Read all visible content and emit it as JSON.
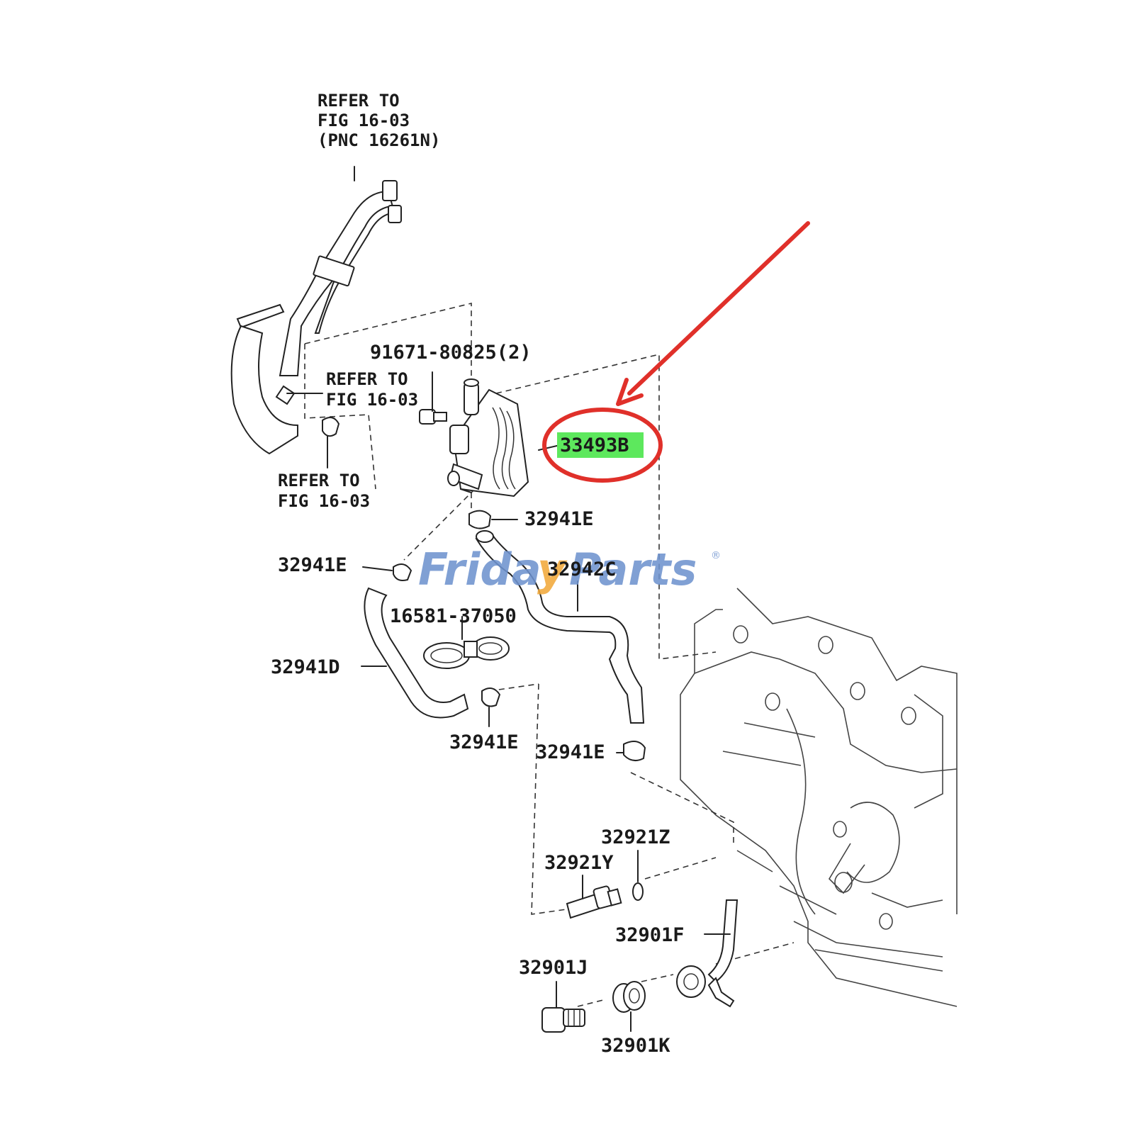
{
  "refs": {
    "top_line1": "REFER TO",
    "top_line2": "FIG 16-03",
    "top_line3": "(PNC 16261N)",
    "mid_line1": "REFER TO",
    "mid_line2": "FIG 16-03",
    "low_line1": "REFER TO",
    "low_line2": "FIG 16-03"
  },
  "parts": {
    "bolt_top": "91671-80825(2)",
    "highlight": "33493B",
    "clamp_e1": "32941E",
    "clamp_e2": "32941E",
    "hose_c": "32942C",
    "bracket": "16581-37050",
    "hose_d": "32941D",
    "clamp_e3": "32941E",
    "clamp_e4": "32941E",
    "oring_z": "32921Z",
    "union_y": "32921Y",
    "pipe_f": "32901F",
    "bolt_j": "32901J",
    "gasket_k": "32901K"
  },
  "watermark": {
    "part1": "Frida",
    "part2": "y",
    "part3": "Parts",
    "reg": "®"
  },
  "colors": {
    "highlight_bg": "#5de85d",
    "circle": "#e0302a",
    "arrow": "#e0302a",
    "watermark_blue": "#6f93cf",
    "watermark_orange": "#f2a93b"
  }
}
